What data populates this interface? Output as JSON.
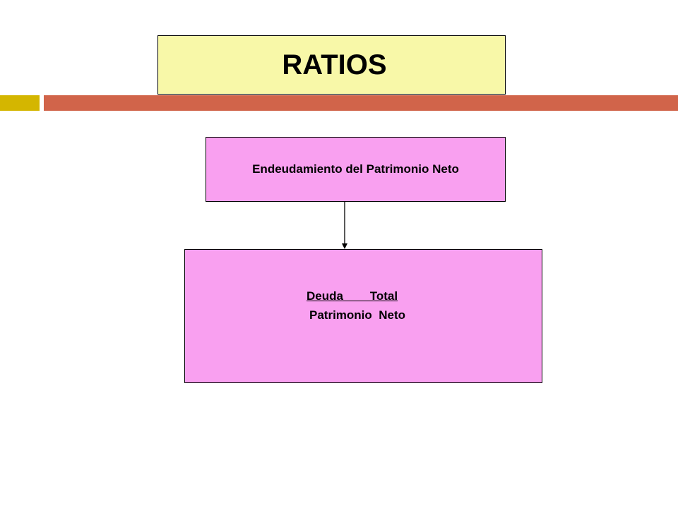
{
  "slide": {
    "title": "RATIOS",
    "ratio_name": "Endeudamiento del Patrimonio Neto",
    "formula": {
      "numerator": "Deuda        Total",
      "denominator": "Patrimonio  Neto"
    }
  },
  "colors": {
    "title_box": "#f8f8a8",
    "ratio_box": "#f9a0f0",
    "accent_gold": "#d4b600",
    "accent_red": "#d1644a"
  }
}
